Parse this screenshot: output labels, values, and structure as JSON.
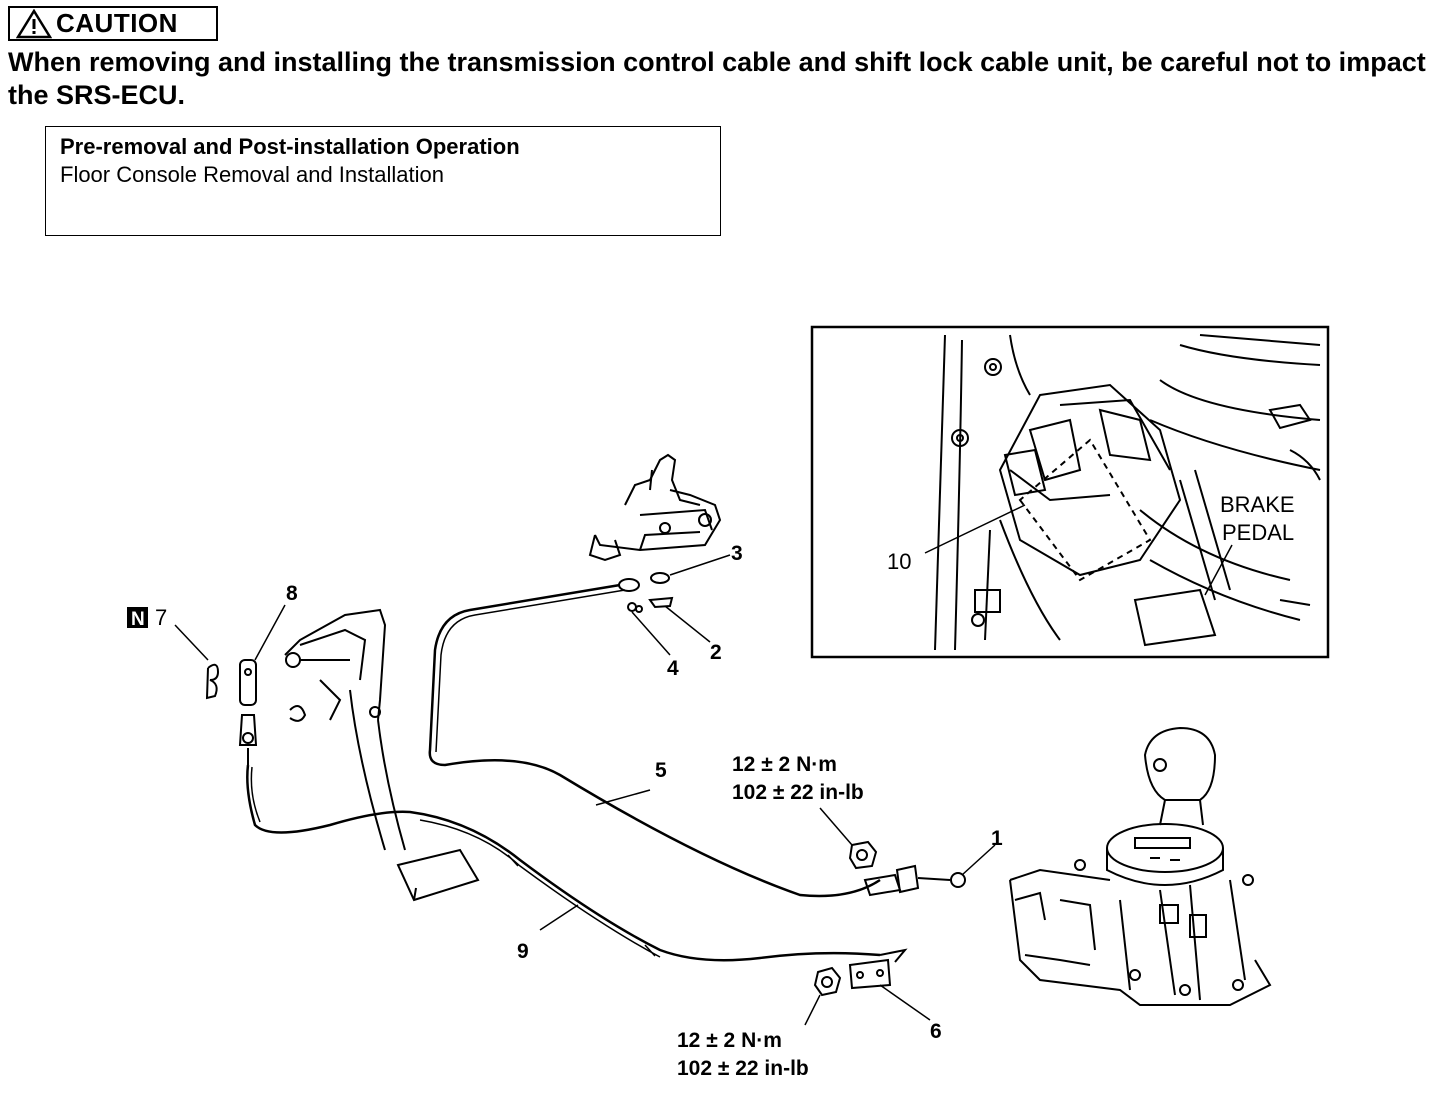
{
  "caution": {
    "icon": "warning-triangle-icon",
    "label": "CAUTION",
    "text": "When removing and installing the transmission control cable and shift lock cable unit, be careful not to impact the SRS-ECU."
  },
  "operation_box": {
    "title": "Pre-removal and Post-installation Operation",
    "item": "Floor Console Removal and Installation"
  },
  "callouts": {
    "c1": "1",
    "c2": "2",
    "c3": "3",
    "c4": "4",
    "c5": "5",
    "c6": "6",
    "c7": "7",
    "c7_badge": "N",
    "c8": "8",
    "c9": "9",
    "c10": "10"
  },
  "torque": {
    "upper_nm": "12 ± 2 N·m",
    "upper_inlb": "102 ± 22 in-lb",
    "lower_nm": "12 ± 2 N·m",
    "lower_inlb": "102 ± 22 in-lb"
  },
  "inset": {
    "label_line1": "BRAKE",
    "label_line2": "PEDAL"
  }
}
